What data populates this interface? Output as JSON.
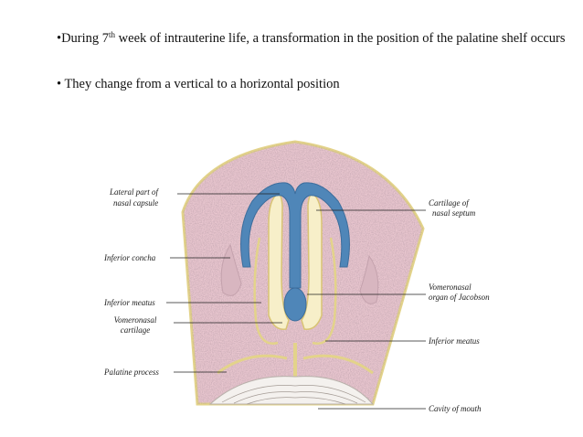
{
  "slide": {
    "bullet1": {
      "prefix": "•During 7",
      "sup": "th",
      "rest": " week of intrauterine life, a transformation in the  position of the palatine shelf occurs"
    },
    "bullet2": {
      "marker": "•",
      "text": " They change from a vertical to a horizontal position"
    }
  },
  "figure": {
    "labels": {
      "lateral_part_1": "Lateral part of",
      "lateral_part_2": "nasal capsule",
      "cartilage_1": "Cartilage of",
      "cartilage_2": "nasal septum",
      "inferior_concha": "Inferior concha",
      "vomeronasal_organ_1": "Vomeronasal",
      "vomeronasal_organ_2": "organ of Jacobson",
      "inferior_meatus_left": "Inferior meatus",
      "vomeronasal_cartilage_1": "Vomeronasal",
      "vomeronasal_cartilage_2": "cartilage",
      "inferior_meatus_right": "Inferior meatus",
      "palatine_process": "Palatine process",
      "cavity_of_mouth": "Cavity of mouth"
    },
    "colors": {
      "tissue": "#e9c6cf",
      "cartilage": "#4f86b8",
      "epithelium": "#f3e49a"
    }
  }
}
